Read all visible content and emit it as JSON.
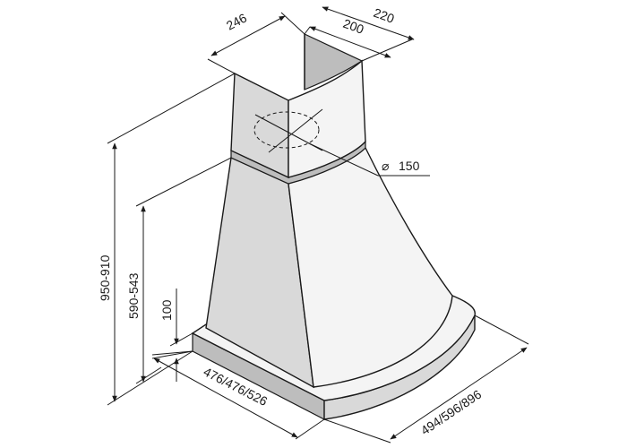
{
  "dimensions": {
    "chimney_width": "246",
    "chimney_depth_outer": "220",
    "chimney_depth_inner": "200",
    "duct_diameter": "150",
    "height_total": "950-910",
    "height_canopy": "590-543",
    "rim_height": "100",
    "depth": "476/476/526",
    "width": "494/596/896"
  },
  "symbols": {
    "diameter": "⌀"
  }
}
